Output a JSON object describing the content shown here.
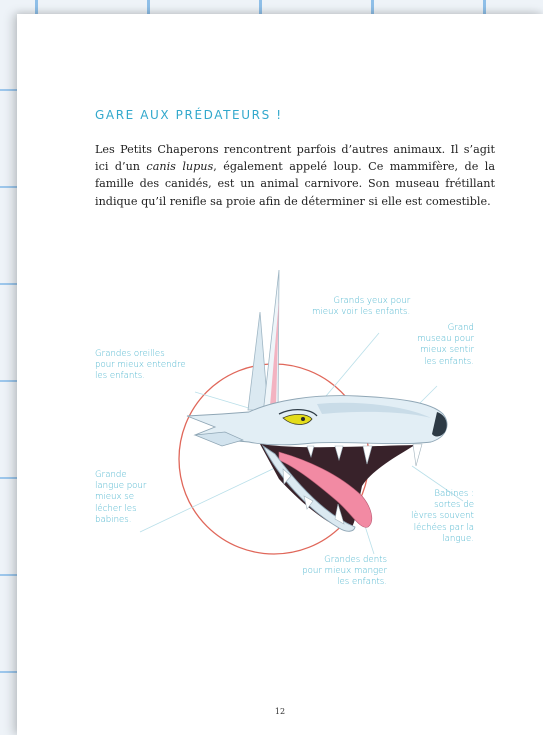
{
  "heading": "GARE AUX PRÉDATEURS !",
  "intro": {
    "p1": "Les Petits Chaperons rencontrent parfois d’autres animaux. Il s’agit ici d’un ",
    "species": "canis lupus",
    "p2": ", également appelé loup. Ce mammifère, de la famille des canidés, est un animal carnivore. Son museau frétillant indique qu’il renifle sa proie afin de déterminer si elle est comestible."
  },
  "annotations": {
    "eyes": [
      "Grands yeux pour",
      "mieux voir les enfants."
    ],
    "muzzle": [
      "Grand",
      "museau pour",
      "mieux sentir",
      "les enfants."
    ],
    "ears": [
      "Grandes oreilles",
      "pour mieux entendre",
      "les enfants."
    ],
    "tongue": [
      "Grande",
      "langue pour",
      "mieux se",
      "lécher les",
      "babines."
    ],
    "lips": [
      "Babines :",
      "sortes de",
      "lèvres souvent",
      "léchées par la",
      "langue."
    ],
    "teeth": [
      "Grandes dents",
      "pour mieux manger",
      "les enfants."
    ]
  },
  "page_number": "12",
  "colors": {
    "accent": "#32a8cc",
    "label": "#4fb6cf",
    "circle": "#e0675a",
    "tongue": "#f28aa3"
  }
}
